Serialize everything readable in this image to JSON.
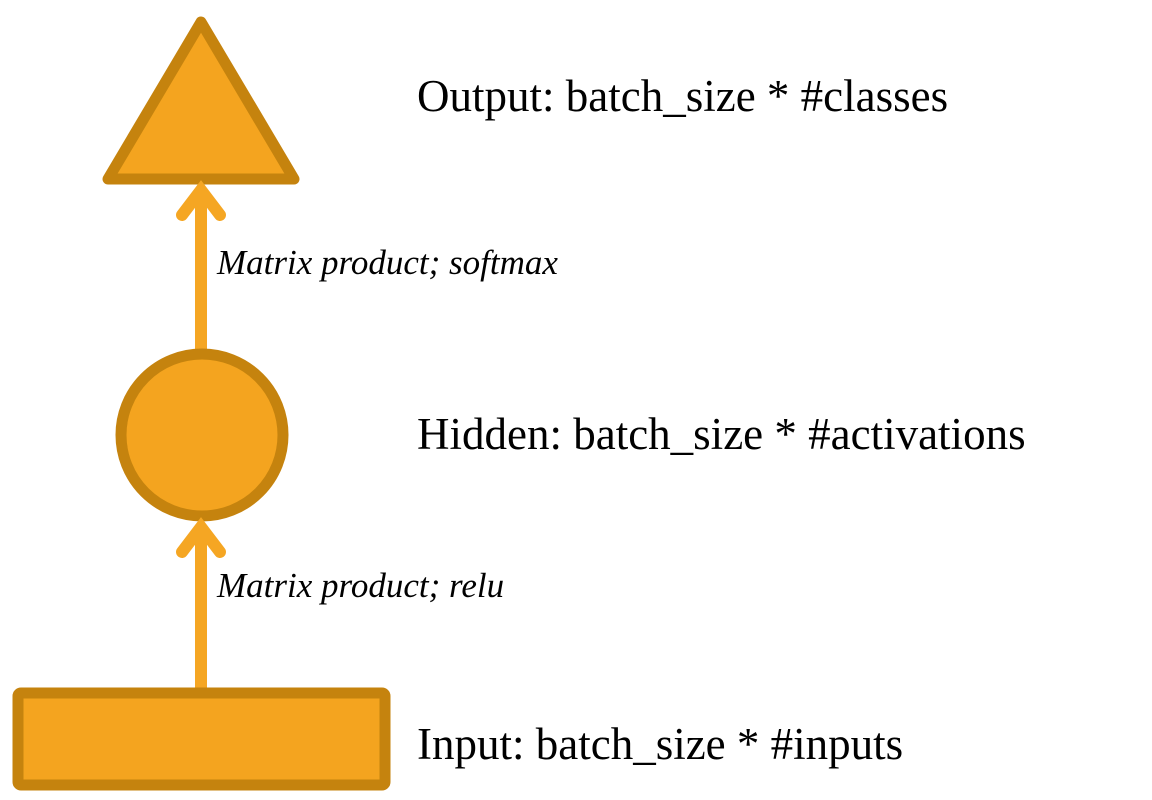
{
  "diagram": {
    "title": "Neural network layer diagram",
    "type": "flow-diagram",
    "direction": "bottom-to-top",
    "background_color": "#ffffff",
    "palette": {
      "shape_fill": "#F4A41F",
      "shape_stroke": "#C5830E",
      "arrow_color": "#F5A623",
      "text_color": "#000000"
    },
    "nodes": [
      {
        "id": "output",
        "shape": "triangle",
        "label": "Output: batch_size * #classes",
        "fill": "#F4A41F",
        "stroke": "#C5830E"
      },
      {
        "id": "hidden",
        "shape": "circle",
        "label": "Hidden: batch_size * #activations",
        "fill": "#F4A41F",
        "stroke": "#C5830E"
      },
      {
        "id": "input",
        "shape": "rectangle",
        "label": "Input: batch_size * #inputs",
        "fill": "#F4A41F",
        "stroke": "#C5830E"
      }
    ],
    "edges": [
      {
        "id": "hidden-to-output",
        "from": "hidden",
        "to": "output",
        "label": "Matrix product; softmax",
        "color": "#F5A623"
      },
      {
        "id": "input-to-hidden",
        "from": "input",
        "to": "hidden",
        "label": "Matrix product; relu",
        "color": "#F5A623"
      }
    ]
  }
}
